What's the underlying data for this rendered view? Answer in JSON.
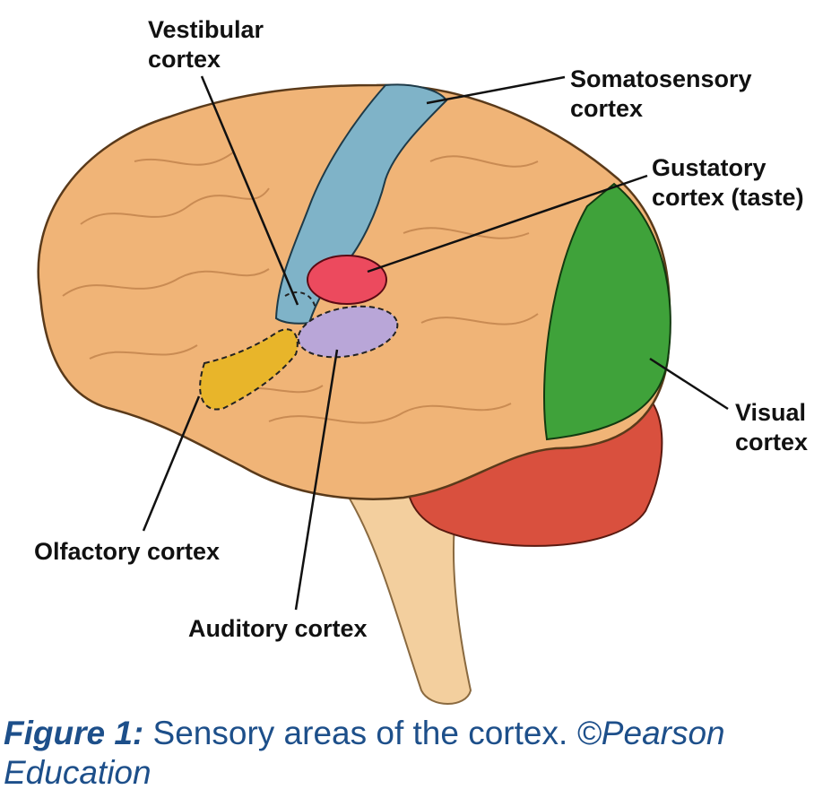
{
  "labels": {
    "vestibular": [
      "Vestibular",
      "cortex"
    ],
    "somatosensory": [
      "Somatosensory",
      "cortex"
    ],
    "gustatory": [
      "Gustatory",
      "cortex (taste)"
    ],
    "visual": [
      "Visual",
      "cortex"
    ],
    "olfactory": "Olfactory cortex",
    "auditory": "Auditory cortex"
  },
  "caption": {
    "figure": "Figure 1:",
    "text": " Sensory areas of the cortex. ",
    "credit": "©Pearson Education"
  },
  "colors": {
    "brain": "#f0b477",
    "somatosensory": "#7fb3c8",
    "gustatory": "#ec4a5e",
    "auditory": "#b9a6d8",
    "olfactory": "#e8b52a",
    "visual": "#3fa23a",
    "cerebellum": "#d9503e",
    "brainstem": "#f3cf9e",
    "caption": "#1d4f8a"
  }
}
